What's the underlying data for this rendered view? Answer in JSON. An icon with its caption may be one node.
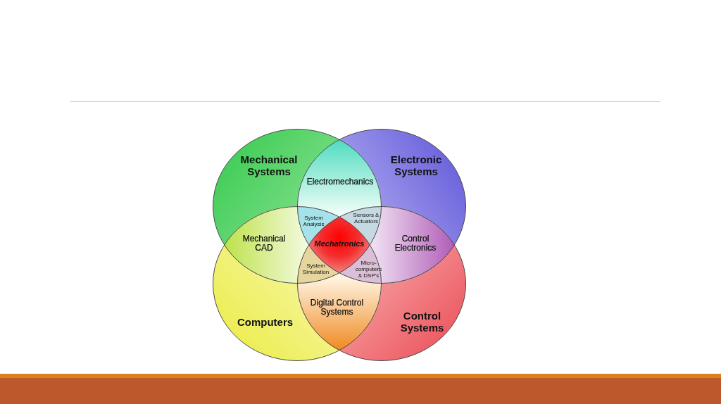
{
  "diagram": {
    "nodes": [
      {
        "text": [
          "Mechanical Systems"
        ]
      },
      {
        "text": [
          "Electronic Systems"
        ]
      },
      {
        "text": [
          "Computers"
        ]
      },
      {
        "text": [
          "Control Systems"
        ]
      }
    ],
    "labels": [
      "Electromechanics",
      "System Analysis",
      "Sensors & Actuators",
      "Mechanical CAD",
      "Mechatronics",
      "Control Electronics",
      "System Simulation",
      "Micro-computers & DSP's",
      "Digital Control Systems"
    ]
  }
}
